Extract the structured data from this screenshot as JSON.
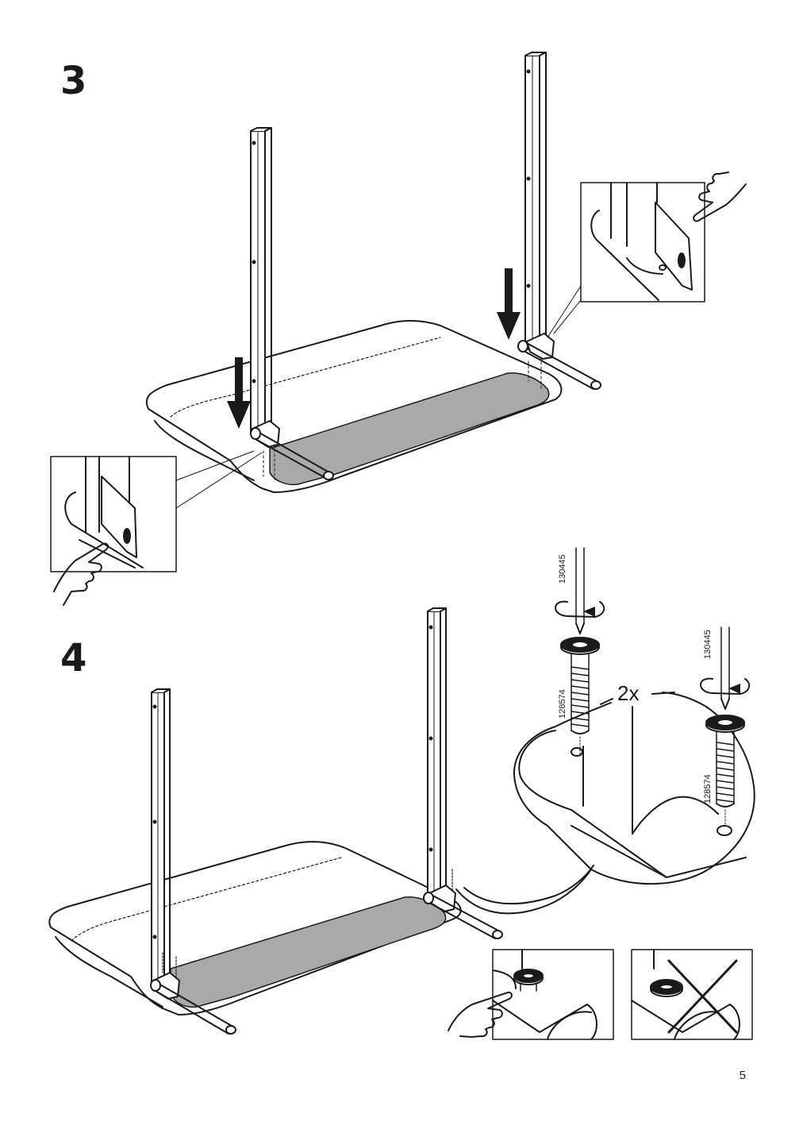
{
  "steps": [
    {
      "number": "3"
    },
    {
      "number": "4"
    }
  ],
  "parts": {
    "tool_id": "130445",
    "screw_id": "128574"
  },
  "quantity_label": "2x",
  "page_number": "5",
  "icons": [
    "pointing-hand-icon",
    "rotate-arrow-icon",
    "down-arrow-icon",
    "cross-mark-icon"
  ]
}
